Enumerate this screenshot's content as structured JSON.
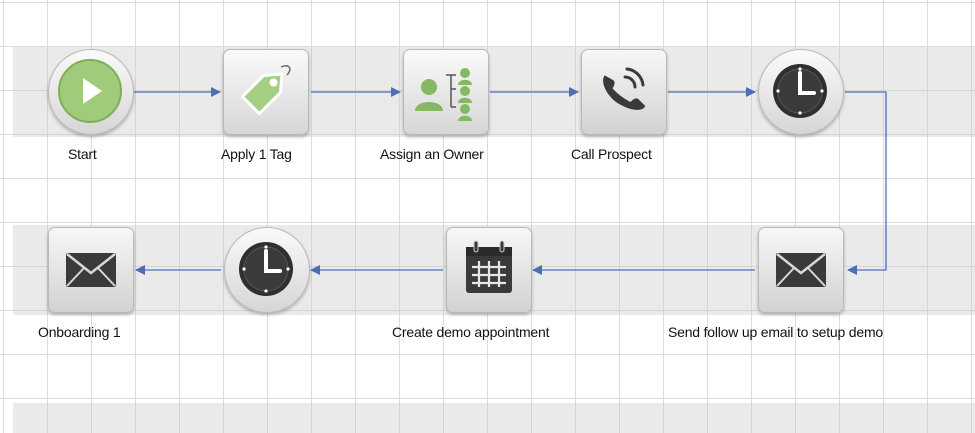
{
  "workflow": {
    "nodes": [
      {
        "id": "start",
        "label": "Start",
        "icon": "play-icon"
      },
      {
        "id": "apply-tag",
        "label": "Apply 1 Tag",
        "icon": "tag-icon"
      },
      {
        "id": "assign-owner",
        "label": "Assign an Owner",
        "icon": "org-chart-icon"
      },
      {
        "id": "call-prospect",
        "label": "Call Prospect",
        "icon": "phone-icon"
      },
      {
        "id": "wait-1",
        "label": "",
        "icon": "clock-icon"
      },
      {
        "id": "send-email",
        "label": "Send follow up email to setup demo",
        "icon": "envelope-icon"
      },
      {
        "id": "create-demo",
        "label": "Create demo appointment",
        "icon": "calendar-icon"
      },
      {
        "id": "wait-2",
        "label": "",
        "icon": "clock-icon"
      },
      {
        "id": "onboarding",
        "label": "Onboarding 1",
        "icon": "envelope-icon"
      }
    ],
    "edges": [
      [
        "start",
        "apply-tag"
      ],
      [
        "apply-tag",
        "assign-owner"
      ],
      [
        "assign-owner",
        "call-prospect"
      ],
      [
        "call-prospect",
        "wait-1"
      ],
      [
        "wait-1",
        "send-email"
      ],
      [
        "send-email",
        "create-demo"
      ],
      [
        "create-demo",
        "wait-2"
      ],
      [
        "wait-2",
        "onboarding"
      ]
    ],
    "colors": {
      "connector": "#4a6fb5",
      "start_green": "#9fcb7a",
      "tag_green": "#a6cf86",
      "person_green": "#86b863",
      "icon_dark": "#3a3a3a"
    }
  }
}
